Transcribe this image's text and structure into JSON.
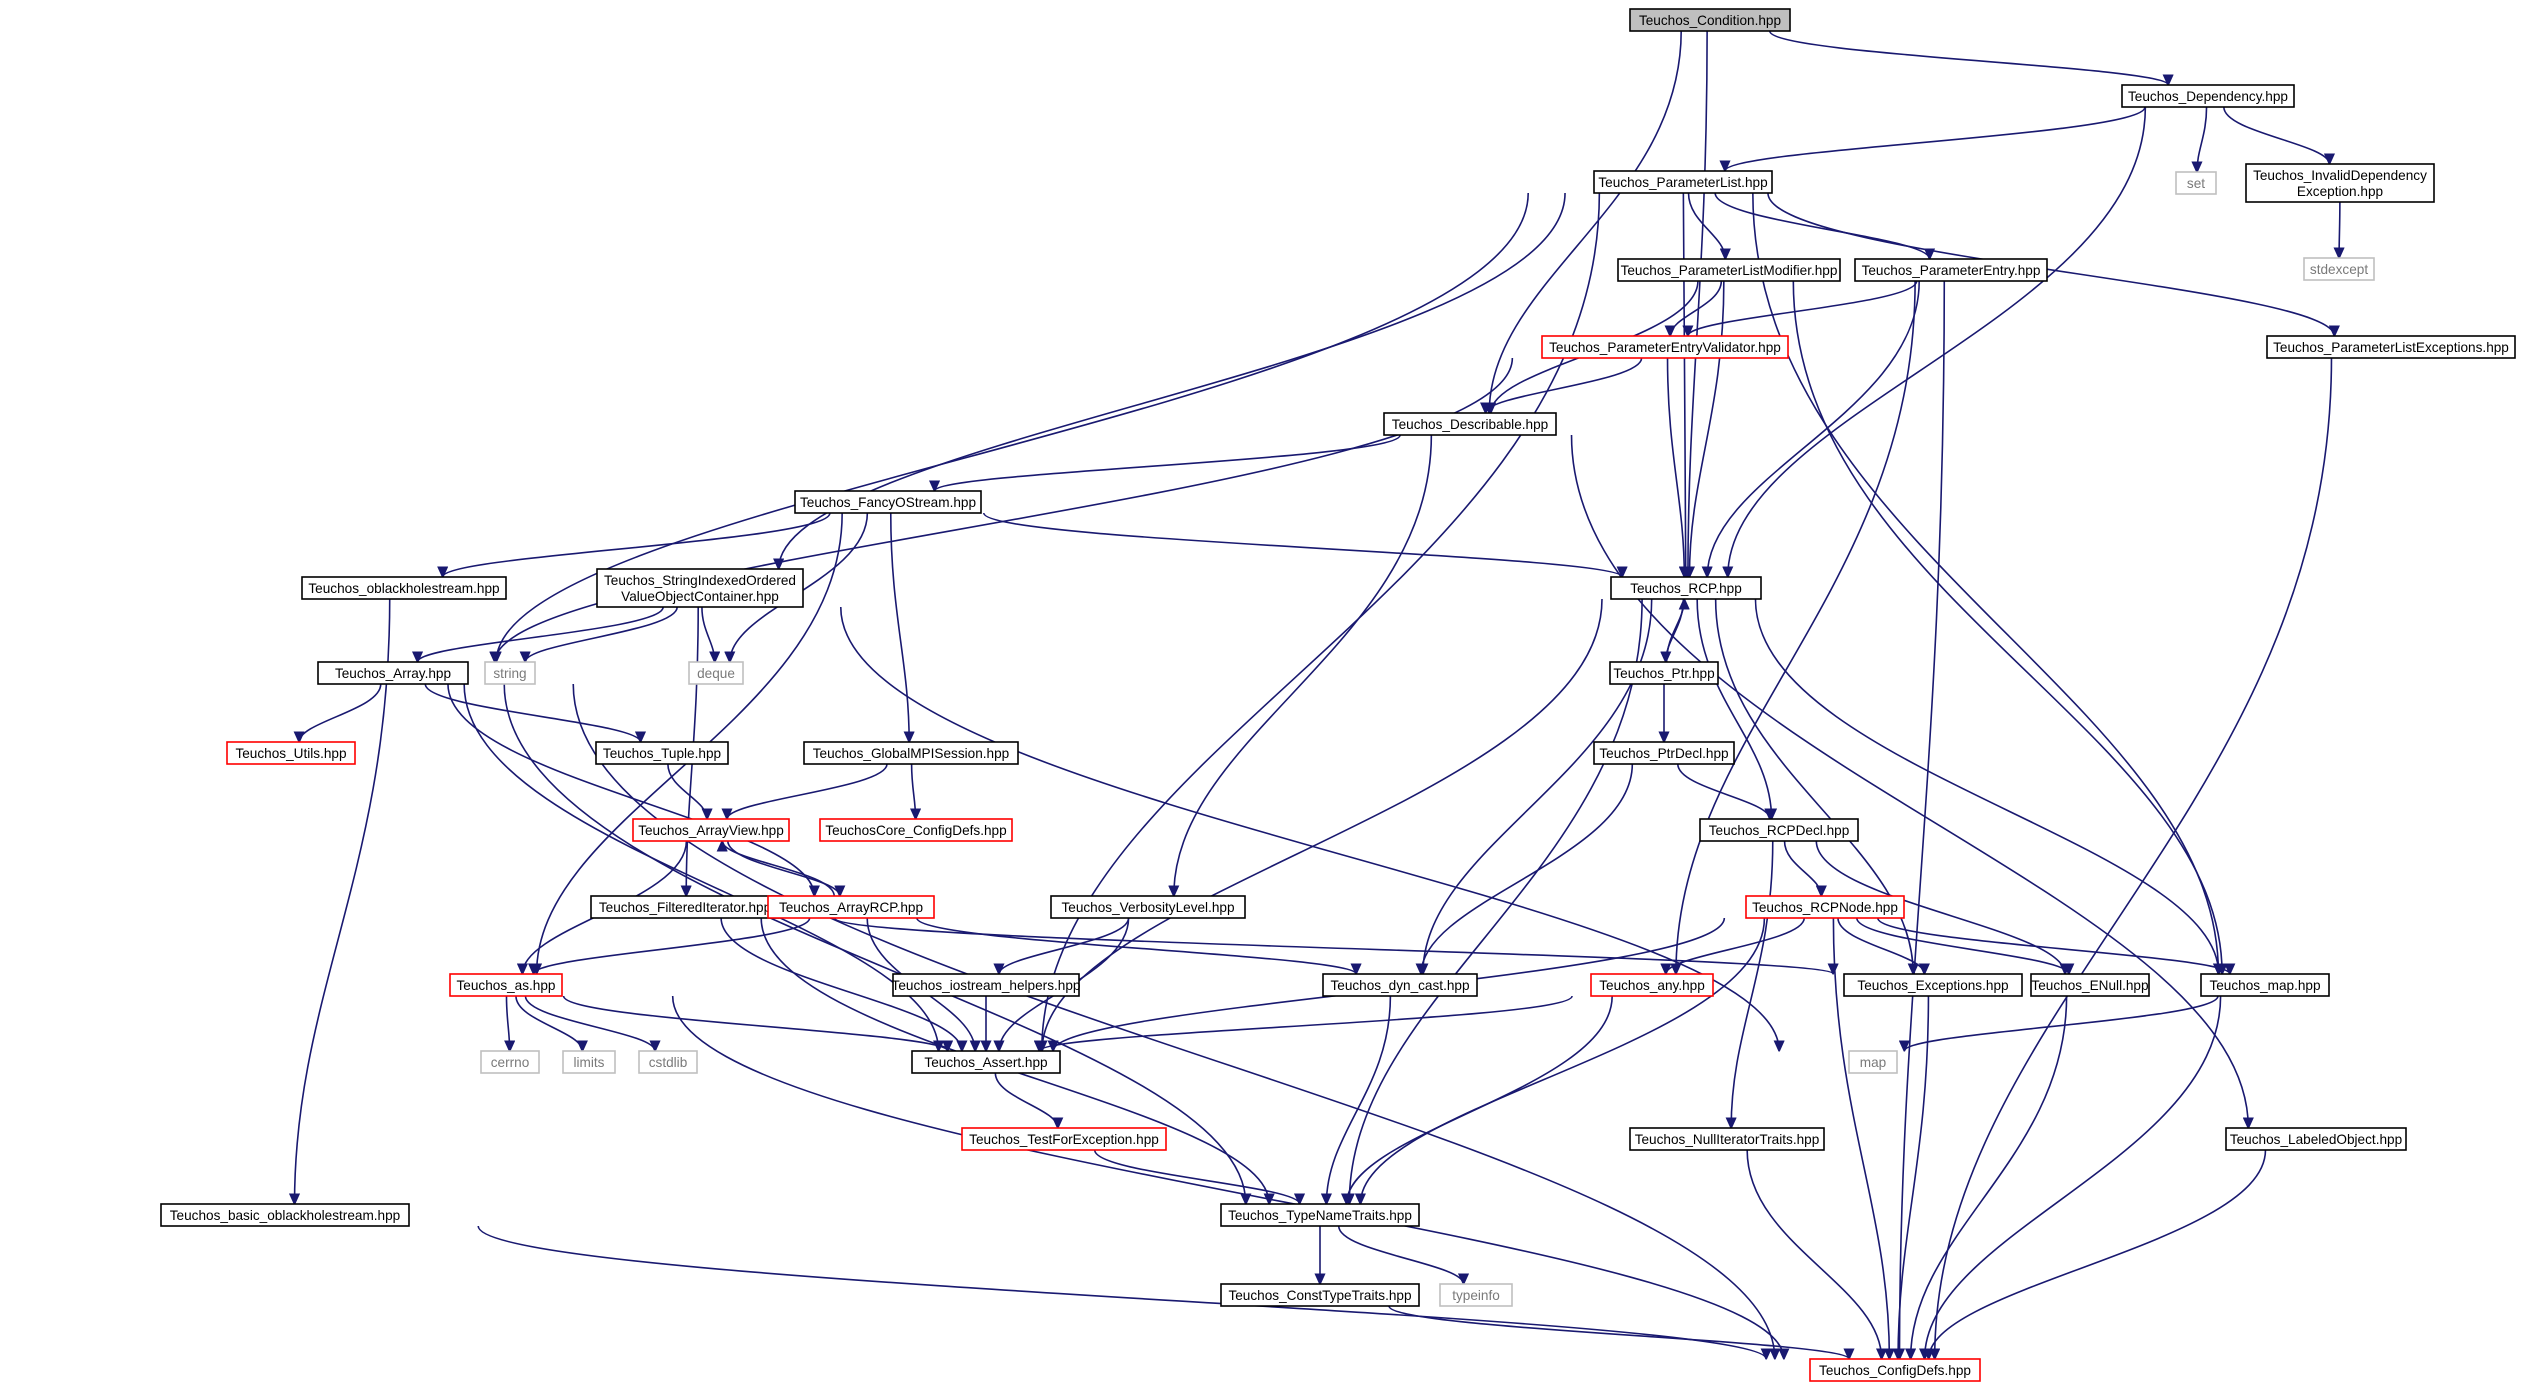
{
  "graph": {
    "root": "condition",
    "colors": {
      "edge": "#191970",
      "root_fill": "#bfbfbf",
      "truncated_border": "#ff0000",
      "external_border": "#bfbfbf"
    },
    "nodes": [
      {
        "id": "condition",
        "lines": [
          "Teuchos_Condition.hpp"
        ],
        "style": "root"
      },
      {
        "id": "dependency",
        "lines": [
          "Teuchos_Dependency.hpp"
        ],
        "style": "normal"
      },
      {
        "id": "set",
        "lines": [
          "set"
        ],
        "style": "external"
      },
      {
        "id": "invdep",
        "lines": [
          "Teuchos_InvalidDependency",
          "Exception.hpp"
        ],
        "style": "normal"
      },
      {
        "id": "stdexcept",
        "lines": [
          "stdexcept"
        ],
        "style": "external"
      },
      {
        "id": "paramlist",
        "lines": [
          "Teuchos_ParameterList.hpp"
        ],
        "style": "normal"
      },
      {
        "id": "plmodifier",
        "lines": [
          "Teuchos_ParameterListModifier.hpp"
        ],
        "style": "normal"
      },
      {
        "id": "pentry",
        "lines": [
          "Teuchos_ParameterEntry.hpp"
        ],
        "style": "normal"
      },
      {
        "id": "plexceptions",
        "lines": [
          "Teuchos_ParameterListExceptions.hpp"
        ],
        "style": "normal"
      },
      {
        "id": "pevalidator",
        "lines": [
          "Teuchos_ParameterEntryValidator.hpp"
        ],
        "style": "truncated"
      },
      {
        "id": "describable",
        "lines": [
          "Teuchos_Describable.hpp"
        ],
        "style": "normal"
      },
      {
        "id": "fancyostream",
        "lines": [
          "Teuchos_FancyOStream.hpp"
        ],
        "style": "normal"
      },
      {
        "id": "oblackhole",
        "lines": [
          "Teuchos_oblackholestream.hpp"
        ],
        "style": "normal"
      },
      {
        "id": "sioc",
        "lines": [
          "Teuchos_StringIndexedOrdered",
          "ValueObjectContainer.hpp"
        ],
        "style": "normal"
      },
      {
        "id": "rcp",
        "lines": [
          "Teuchos_RCP.hpp"
        ],
        "style": "normal"
      },
      {
        "id": "array",
        "lines": [
          "Teuchos_Array.hpp"
        ],
        "style": "normal"
      },
      {
        "id": "string",
        "lines": [
          "string"
        ],
        "style": "external"
      },
      {
        "id": "deque",
        "lines": [
          "deque"
        ],
        "style": "external"
      },
      {
        "id": "ptr",
        "lines": [
          "Teuchos_Ptr.hpp"
        ],
        "style": "normal"
      },
      {
        "id": "utils",
        "lines": [
          "Teuchos_Utils.hpp"
        ],
        "style": "truncated"
      },
      {
        "id": "tuple",
        "lines": [
          "Teuchos_Tuple.hpp"
        ],
        "style": "normal"
      },
      {
        "id": "globalmpi",
        "lines": [
          "Teuchos_GlobalMPISession.hpp"
        ],
        "style": "normal"
      },
      {
        "id": "ptrdecl",
        "lines": [
          "Teuchos_PtrDecl.hpp"
        ],
        "style": "normal"
      },
      {
        "id": "arrayview",
        "lines": [
          "Teuchos_ArrayView.hpp"
        ],
        "style": "truncated"
      },
      {
        "id": "coreconfig",
        "lines": [
          "TeuchosCore_ConfigDefs.hpp"
        ],
        "style": "truncated"
      },
      {
        "id": "rcpdecl",
        "lines": [
          "Teuchos_RCPDecl.hpp"
        ],
        "style": "normal"
      },
      {
        "id": "filtered",
        "lines": [
          "Teuchos_FilteredIterator.hpp"
        ],
        "style": "normal"
      },
      {
        "id": "arrayrcp",
        "lines": [
          "Teuchos_ArrayRCP.hpp"
        ],
        "style": "truncated"
      },
      {
        "id": "verbosity",
        "lines": [
          "Teuchos_VerbosityLevel.hpp"
        ],
        "style": "normal"
      },
      {
        "id": "rcpnode",
        "lines": [
          "Teuchos_RCPNode.hpp"
        ],
        "style": "truncated"
      },
      {
        "id": "as",
        "lines": [
          "Teuchos_as.hpp"
        ],
        "style": "truncated"
      },
      {
        "id": "iostream",
        "lines": [
          "Teuchos_iostream_helpers.hpp"
        ],
        "style": "normal"
      },
      {
        "id": "dyncast",
        "lines": [
          "Teuchos_dyn_cast.hpp"
        ],
        "style": "normal"
      },
      {
        "id": "any",
        "lines": [
          "Teuchos_any.hpp"
        ],
        "style": "truncated"
      },
      {
        "id": "exceptions",
        "lines": [
          "Teuchos_Exceptions.hpp"
        ],
        "style": "normal"
      },
      {
        "id": "enull",
        "lines": [
          "Teuchos_ENull.hpp"
        ],
        "style": "normal"
      },
      {
        "id": "map",
        "lines": [
          "Teuchos_map.hpp"
        ],
        "style": "normal"
      },
      {
        "id": "cerrno",
        "lines": [
          "cerrno"
        ],
        "style": "external"
      },
      {
        "id": "limits",
        "lines": [
          "limits"
        ],
        "style": "external"
      },
      {
        "id": "cstdlib",
        "lines": [
          "cstdlib"
        ],
        "style": "external"
      },
      {
        "id": "assert",
        "lines": [
          "Teuchos_Assert.hpp"
        ],
        "style": "normal"
      },
      {
        "id": "stdmap",
        "lines": [
          "map"
        ],
        "style": "external"
      },
      {
        "id": "testforexc",
        "lines": [
          "Teuchos_TestForException.hpp"
        ],
        "style": "truncated"
      },
      {
        "id": "nulliter",
        "lines": [
          "Teuchos_NullIteratorTraits.hpp"
        ],
        "style": "normal"
      },
      {
        "id": "labeled",
        "lines": [
          "Teuchos_LabeledObject.hpp"
        ],
        "style": "normal"
      },
      {
        "id": "basicob",
        "lines": [
          "Teuchos_basic_oblackholestream.hpp"
        ],
        "style": "normal"
      },
      {
        "id": "typename",
        "lines": [
          "Teuchos_TypeNameTraits.hpp"
        ],
        "style": "normal"
      },
      {
        "id": "consttype",
        "lines": [
          "Teuchos_ConstTypeTraits.hpp"
        ],
        "style": "normal"
      },
      {
        "id": "typeinfo",
        "lines": [
          "typeinfo"
        ],
        "style": "external"
      },
      {
        "id": "configdefs",
        "lines": [
          "Teuchos_ConfigDefs.hpp"
        ],
        "style": "truncated"
      }
    ],
    "edges": [
      [
        "condition",
        "dependency"
      ],
      [
        "condition",
        "describable"
      ],
      [
        "condition",
        "rcp"
      ],
      [
        "dependency",
        "paramlist"
      ],
      [
        "dependency",
        "set"
      ],
      [
        "dependency",
        "invdep"
      ],
      [
        "dependency",
        "rcp"
      ],
      [
        "invdep",
        "stdexcept"
      ],
      [
        "paramlist",
        "plmodifier"
      ],
      [
        "paramlist",
        "pentry"
      ],
      [
        "paramlist",
        "plexceptions"
      ],
      [
        "paramlist",
        "sioc"
      ],
      [
        "paramlist",
        "array"
      ],
      [
        "paramlist",
        "assert"
      ],
      [
        "paramlist",
        "rcp"
      ],
      [
        "paramlist",
        "map"
      ],
      [
        "plmodifier",
        "pevalidator"
      ],
      [
        "plmodifier",
        "describable"
      ],
      [
        "plmodifier",
        "rcp"
      ],
      [
        "plmodifier",
        "map"
      ],
      [
        "pentry",
        "pevalidator"
      ],
      [
        "pentry",
        "rcp"
      ],
      [
        "pentry",
        "any"
      ],
      [
        "pentry",
        "configdefs"
      ],
      [
        "plexceptions",
        "configdefs"
      ],
      [
        "pevalidator",
        "describable"
      ],
      [
        "pevalidator",
        "rcp"
      ],
      [
        "pevalidator",
        "array"
      ],
      [
        "describable",
        "fancyostream"
      ],
      [
        "describable",
        "verbosity"
      ],
      [
        "describable",
        "labeled"
      ],
      [
        "fancyostream",
        "oblackhole"
      ],
      [
        "fancyostream",
        "rcp"
      ],
      [
        "fancyostream",
        "deque"
      ],
      [
        "fancyostream",
        "globalmpi"
      ],
      [
        "fancyostream",
        "as"
      ],
      [
        "oblackhole",
        "basicob"
      ],
      [
        "sioc",
        "array"
      ],
      [
        "sioc",
        "string"
      ],
      [
        "sioc",
        "deque"
      ],
      [
        "sioc",
        "filtered"
      ],
      [
        "sioc",
        "stdmap"
      ],
      [
        "rcp",
        "ptr"
      ],
      [
        "rcp",
        "rcpdecl"
      ],
      [
        "rcp",
        "dyncast"
      ],
      [
        "rcp",
        "assert"
      ],
      [
        "rcp",
        "exceptions"
      ],
      [
        "rcp",
        "typename"
      ],
      [
        "rcp",
        "map"
      ],
      [
        "ptr",
        "rcp"
      ],
      [
        "ptr",
        "ptrdecl"
      ],
      [
        "ptrdecl",
        "rcpdecl"
      ],
      [
        "ptrdecl",
        "dyncast"
      ],
      [
        "rcpdecl",
        "rcpnode"
      ],
      [
        "rcpdecl",
        "enull"
      ],
      [
        "rcpdecl",
        "nulliter"
      ],
      [
        "array",
        "utils"
      ],
      [
        "array",
        "tuple"
      ],
      [
        "array",
        "arrayrcp"
      ],
      [
        "array",
        "assert"
      ],
      [
        "array",
        "typename"
      ],
      [
        "array",
        "configdefs"
      ],
      [
        "tuple",
        "arrayview"
      ],
      [
        "globalmpi",
        "arrayview"
      ],
      [
        "globalmpi",
        "coreconfig"
      ],
      [
        "arrayview",
        "arrayrcp"
      ],
      [
        "arrayview",
        "as"
      ],
      [
        "arrayrcp",
        "arrayview"
      ],
      [
        "arrayrcp",
        "as"
      ],
      [
        "arrayrcp",
        "assert"
      ],
      [
        "arrayrcp",
        "dyncast"
      ],
      [
        "filtered",
        "assert"
      ],
      [
        "filtered",
        "exceptions"
      ],
      [
        "filtered",
        "typename"
      ],
      [
        "verbosity",
        "iostream"
      ],
      [
        "verbosity",
        "assert"
      ],
      [
        "iostream",
        "assert"
      ],
      [
        "as",
        "cerrno"
      ],
      [
        "as",
        "limits"
      ],
      [
        "as",
        "cstdlib"
      ],
      [
        "as",
        "assert"
      ],
      [
        "as",
        "configdefs"
      ],
      [
        "rcpnode",
        "any"
      ],
      [
        "rcpnode",
        "exceptions"
      ],
      [
        "rcpnode",
        "enull"
      ],
      [
        "rcpnode",
        "map"
      ],
      [
        "rcpnode",
        "assert"
      ],
      [
        "rcpnode",
        "typename"
      ],
      [
        "rcpnode",
        "configdefs"
      ],
      [
        "any",
        "assert"
      ],
      [
        "any",
        "typename"
      ],
      [
        "dyncast",
        "typename"
      ],
      [
        "exceptions",
        "configdefs"
      ],
      [
        "enull",
        "configdefs"
      ],
      [
        "map",
        "stdmap"
      ],
      [
        "map",
        "configdefs"
      ],
      [
        "assert",
        "testforexc"
      ],
      [
        "testforexc",
        "typename"
      ],
      [
        "nulliter",
        "configdefs"
      ],
      [
        "labeled",
        "configdefs"
      ],
      [
        "basicob",
        "configdefs"
      ],
      [
        "typename",
        "consttype"
      ],
      [
        "typename",
        "typeinfo"
      ],
      [
        "consttype",
        "configdefs"
      ]
    ]
  }
}
